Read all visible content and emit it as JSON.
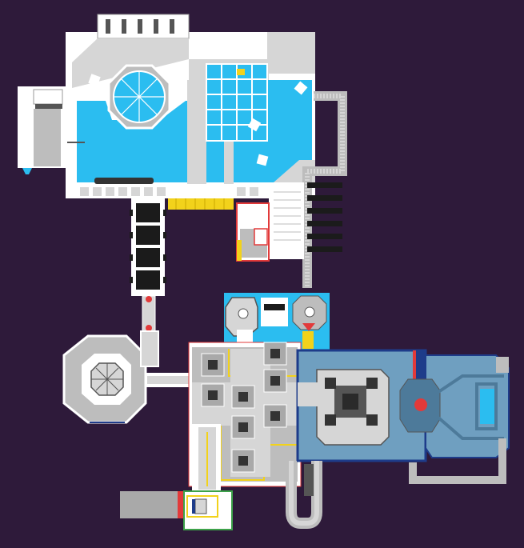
{
  "map": {
    "background": "#2e1a3a",
    "palette": {
      "pool": "#2bbdf0",
      "floor": "#d6d6d6",
      "floor_dark": "#a9a9a9",
      "wall": "#ffffff",
      "lab": "#6f9fc0",
      "lab_dark": "#4d7a9a",
      "hazard": "#f2d21b",
      "alert": "#e23a3a",
      "machine": "#1b1b1b",
      "hull": "#bdbdbd",
      "navy": "#1e3c8a",
      "green": "#3da24a"
    },
    "rooms": [
      {
        "id": "pool-deck",
        "kind": "recreation"
      },
      {
        "id": "bathhouse-grid",
        "kind": "recreation"
      },
      {
        "id": "west-lockers",
        "kind": "utility"
      },
      {
        "id": "east-conduit",
        "kind": "corridor"
      },
      {
        "id": "stairwell",
        "kind": "corridor"
      },
      {
        "id": "engine-rail",
        "kind": "machinery"
      },
      {
        "id": "ring-module",
        "kind": "habitat"
      },
      {
        "id": "central-hub",
        "kind": "hub"
      },
      {
        "id": "reactor-lab",
        "kind": "science"
      },
      {
        "id": "east-wing",
        "kind": "science"
      },
      {
        "id": "south-pipe",
        "kind": "corridor"
      },
      {
        "id": "dock-pad",
        "kind": "dock"
      }
    ]
  }
}
